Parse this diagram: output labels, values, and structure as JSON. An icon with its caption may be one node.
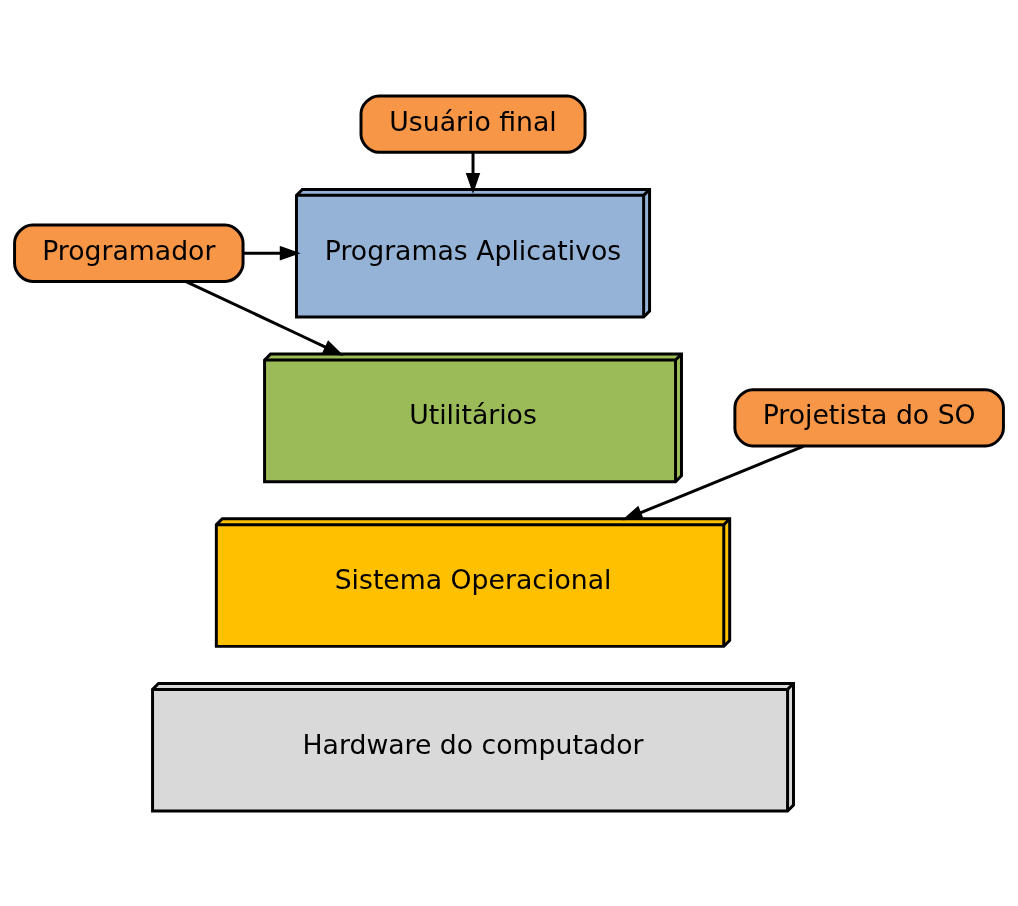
{
  "diagram": {
    "nodes": [
      {
        "text": [
          "Usuário final"
        ]
      },
      {
        "text": [
          "Programador"
        ]
      },
      {
        "text": [
          "Projetista do SO"
        ]
      },
      {
        "text": [
          "Programas Aplicativos"
        ]
      },
      {
        "text": [
          "Utilitários"
        ]
      },
      {
        "text": [
          "Sistema Operacional"
        ]
      },
      {
        "text": [
          "Hardware do computador"
        ]
      }
    ],
    "edges": [
      {
        "from": 0,
        "to": 3,
        "arrow": "to"
      },
      {
        "from": 1,
        "to": 3,
        "arrow": "to"
      },
      {
        "from": 1,
        "to": 4,
        "arrow": "to"
      },
      {
        "from": 2,
        "to": 5,
        "arrow": "to"
      }
    ]
  }
}
